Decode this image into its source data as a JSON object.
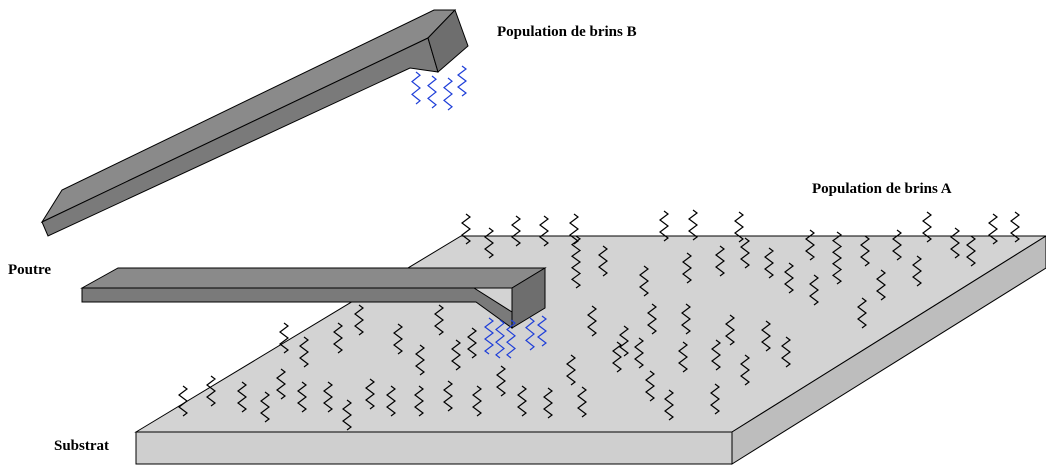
{
  "labels": {
    "population_b": "Population de brins B",
    "population_a": "Population de brins A",
    "poutre": "Poutre",
    "substrat": "Substrat"
  },
  "colors": {
    "substrate_top": "#d3d3d3",
    "substrate_front": "#cfcfcf",
    "substrate_side": "#bdbdbd",
    "beam_top": "#8a8a8a",
    "beam_front": "#7a7a7a",
    "beam_side": "#6e6e6e",
    "strand_a": "#000000",
    "strand_b": "#1f3fd8"
  },
  "icons": {
    "strand_a": "wavy-strand-icon",
    "strand_b": "wavy-strand-icon"
  }
}
